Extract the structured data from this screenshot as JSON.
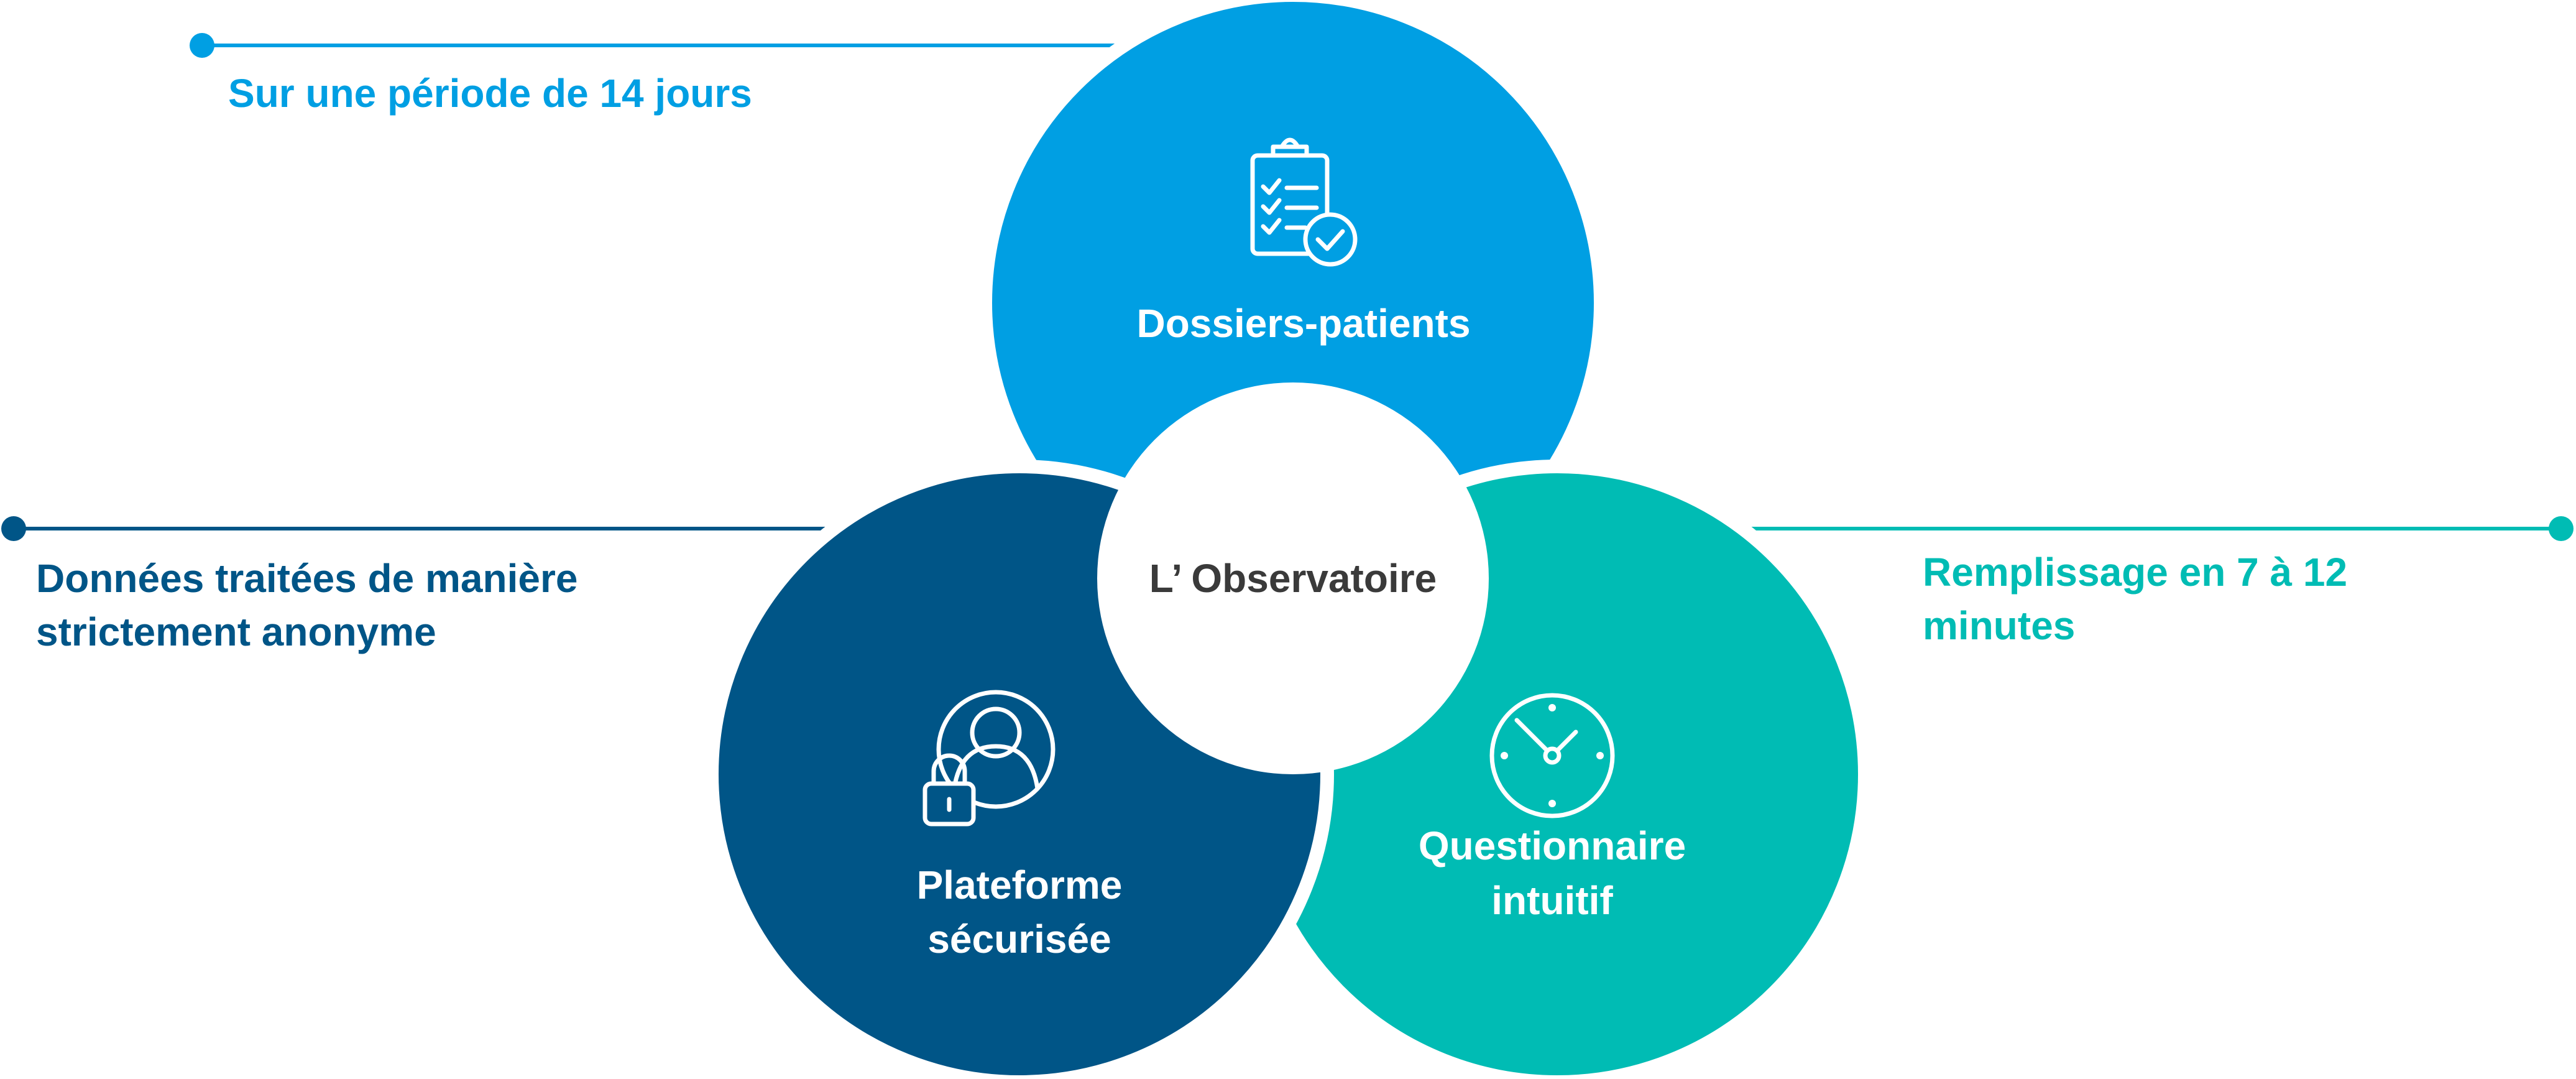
{
  "colors": {
    "light_blue": "#009fe3",
    "dark_blue": "#005587",
    "teal": "#00bcb4",
    "center_text": "#3a3a3a"
  },
  "center": {
    "label": "L’ Observatoire"
  },
  "circles": {
    "top": {
      "label": "Dossiers-patients",
      "icon": "clipboard-check-icon"
    },
    "left": {
      "label_lines": [
        "Plateforme",
        "sécurisée"
      ],
      "icon": "user-lock-icon"
    },
    "right": {
      "label_lines": [
        "Questionnaire",
        "intuitif"
      ],
      "icon": "clock-icon"
    }
  },
  "callouts": {
    "top": {
      "lines": [
        "Sur une période de 14 jours"
      ]
    },
    "left": {
      "lines": [
        "Données traitées de manière",
        "strictement anonyme"
      ]
    },
    "right": {
      "lines": [
        "Remplissage en 7 à 12",
        "minutes"
      ]
    }
  }
}
